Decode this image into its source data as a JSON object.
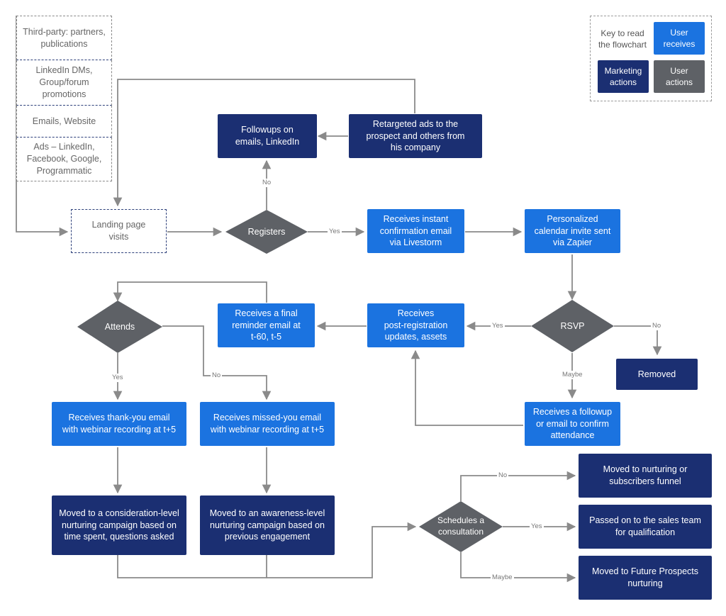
{
  "key": {
    "title": "Key to read\nthe flowchart",
    "user_receives": "User\nreceives",
    "marketing_actions": "Marketing\nactions",
    "user_actions": "User\nactions"
  },
  "sources": [
    "Third-party: partners,\npublications",
    "LinkedIn DMs,\nGroup/forum\npromotions",
    "Emails, Website",
    "Ads – LinkedIn,\nFacebook, Google,\nProgrammatic"
  ],
  "nodes": {
    "landing": "Landing page\nvisits",
    "followups": "Followups on\nemails, LinkedIn",
    "retargeted": "Retargeted ads to the\nprospect and others from\nhis company",
    "confirmation": "Receives instant\nconfirmation email\nvia Livestorm",
    "calendar": "Personalized\ncalendar invite sent\nvia Zapier",
    "post_reg": "Receives\npost-registration\nupdates, assets",
    "final_reminder": "Receives a final\nreminder email at\nt-60, t-5",
    "removed": "Removed",
    "followup_confirm": "Receives a followup\nor email to confirm\nattendance",
    "thank_you": "Receives thank-you email\nwith webinar recording at t+5",
    "missed_you": "Receives missed-you email\nwith webinar recording at t+5",
    "consideration": "Moved to a consideration-level\nnurturing campaign based on\ntime spent, questions asked",
    "awareness": "Moved to an awareness-level\nnurturing campaign based on\nprevious engagement",
    "nurturing": "Moved to nurturing or\nsubscribers funnel",
    "sales": "Passed on to the sales team\nfor qualification",
    "future": "Moved to Future Prospects\nnurturing"
  },
  "decisions": {
    "registers": "Registers",
    "rsvp": "RSVP",
    "attends": "Attends",
    "schedules": "Schedules a\nconsultation"
  },
  "edge_labels": {
    "no": "No",
    "yes": "Yes",
    "maybe": "Maybe"
  },
  "colors": {
    "user_receives": "#1b73e0",
    "marketing_actions": "#1b2f72",
    "user_actions": "#5e6166",
    "connector": "#8a8a8a"
  }
}
